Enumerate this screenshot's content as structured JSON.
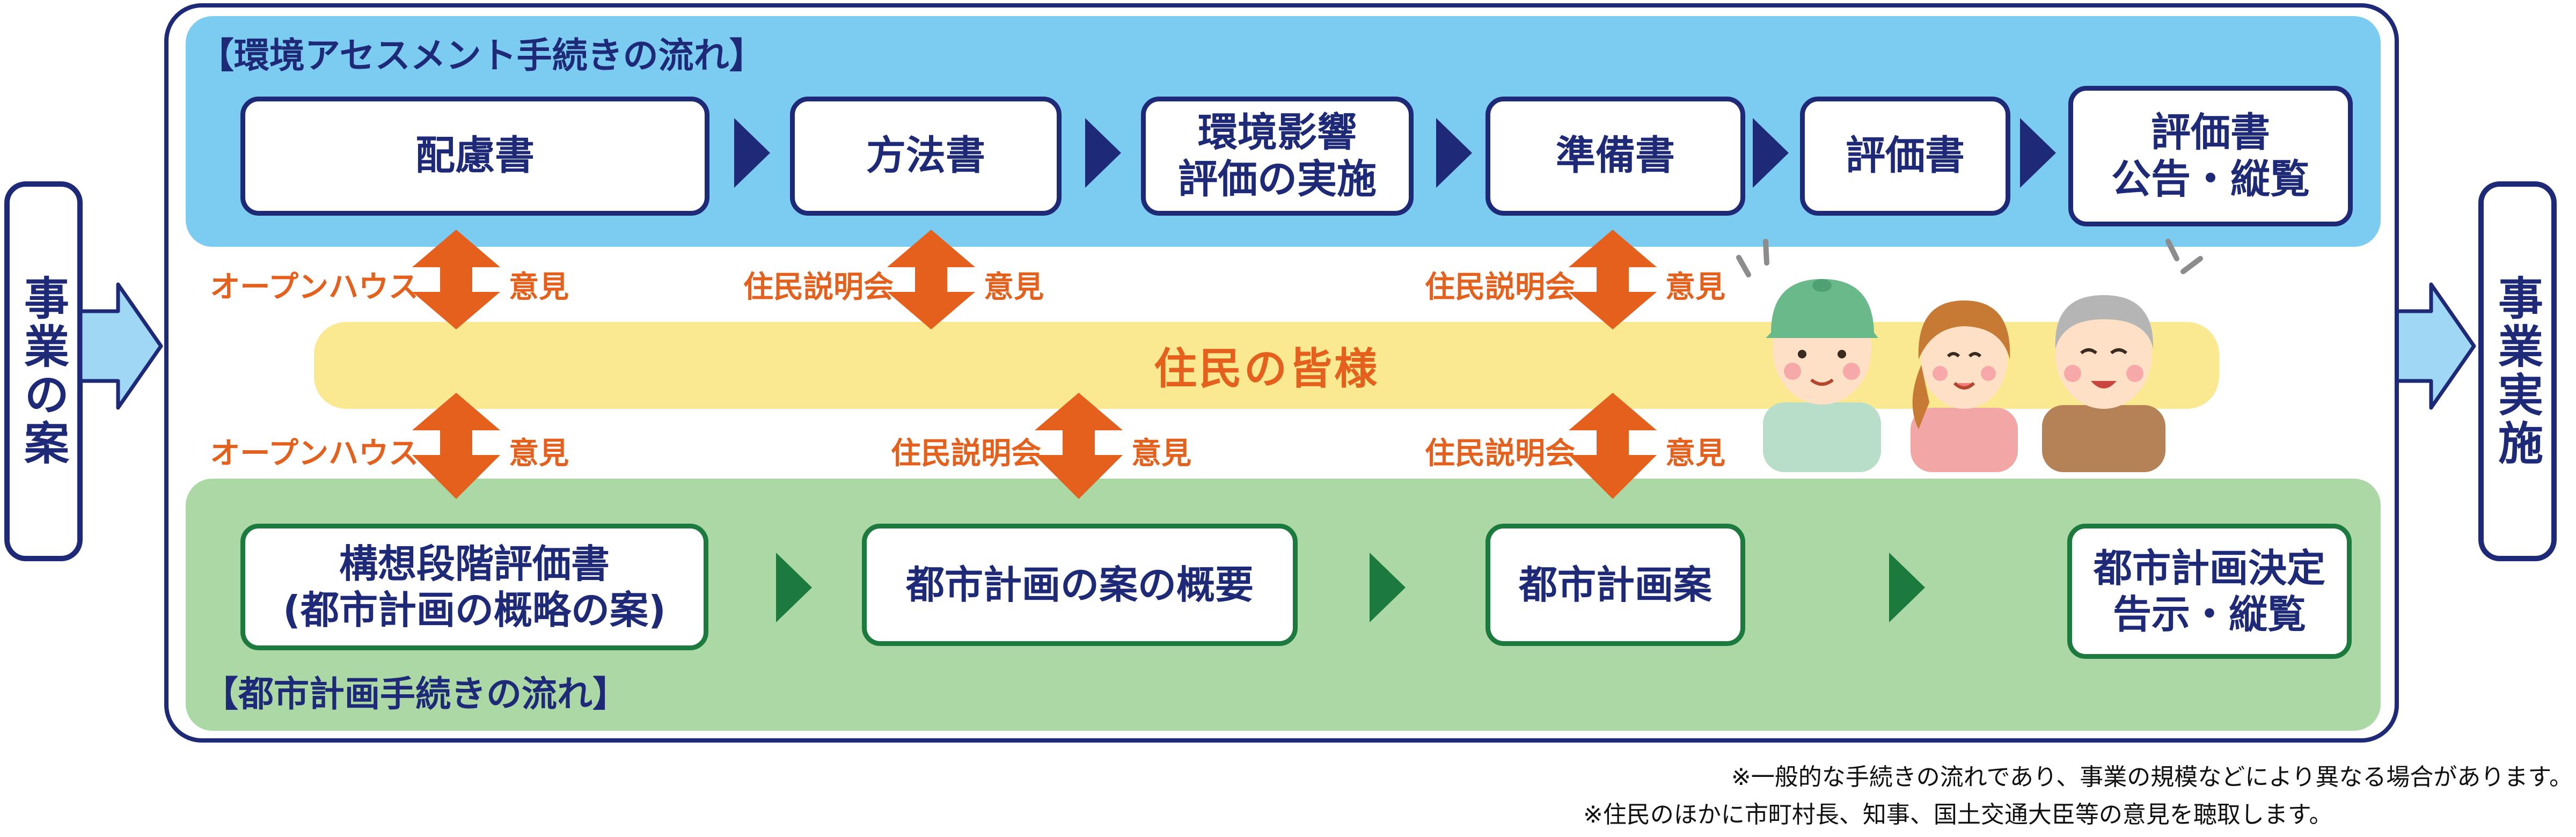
{
  "left_box": "事業の案",
  "right_box": "事業実施",
  "assessment": {
    "title": "【環境アセスメント手続きの流れ】",
    "steps": [
      [
        "配慮書"
      ],
      [
        "方法書"
      ],
      [
        "環境影響",
        "評価の実施"
      ],
      [
        "準備書"
      ],
      [
        "評価書"
      ],
      [
        "評価書",
        "公告・縦覧"
      ]
    ]
  },
  "residents_label": "住民の皆様",
  "upper_labels": [
    {
      "left": "オープンハウス",
      "right": "意見"
    },
    {
      "left": "住民説明会",
      "right": "意見"
    },
    {
      "left": "住民説明会",
      "right": "意見"
    }
  ],
  "lower_labels": [
    {
      "left": "オープンハウス",
      "right": "意見"
    },
    {
      "left": "住民説明会",
      "right": "意見"
    },
    {
      "left": "住民説明会",
      "right": "意見"
    }
  ],
  "city_planning": {
    "title": "【都市計画手続きの流れ】",
    "steps": [
      [
        "構想段階評価書",
        "(都市計画の概略の案)"
      ],
      [
        "都市計画の案の概要"
      ],
      [
        "都市計画案"
      ],
      [
        "都市計画決定",
        "告示・縦覧"
      ]
    ]
  },
  "notes": [
    "※一般的な手続きの流れであり、事業の規模などにより異なる場合があります。",
    "※住民のほかに市町村長、知事、国土交通大臣等の意見を聴取します。"
  ],
  "colors": {
    "navy": "#1e2a78",
    "blue_panel": "#7ccbf1",
    "green_panel": "#acd8a6",
    "yellow_band": "#fbe992",
    "orange": "#e4601c",
    "dark_green": "#1d7a3e"
  }
}
